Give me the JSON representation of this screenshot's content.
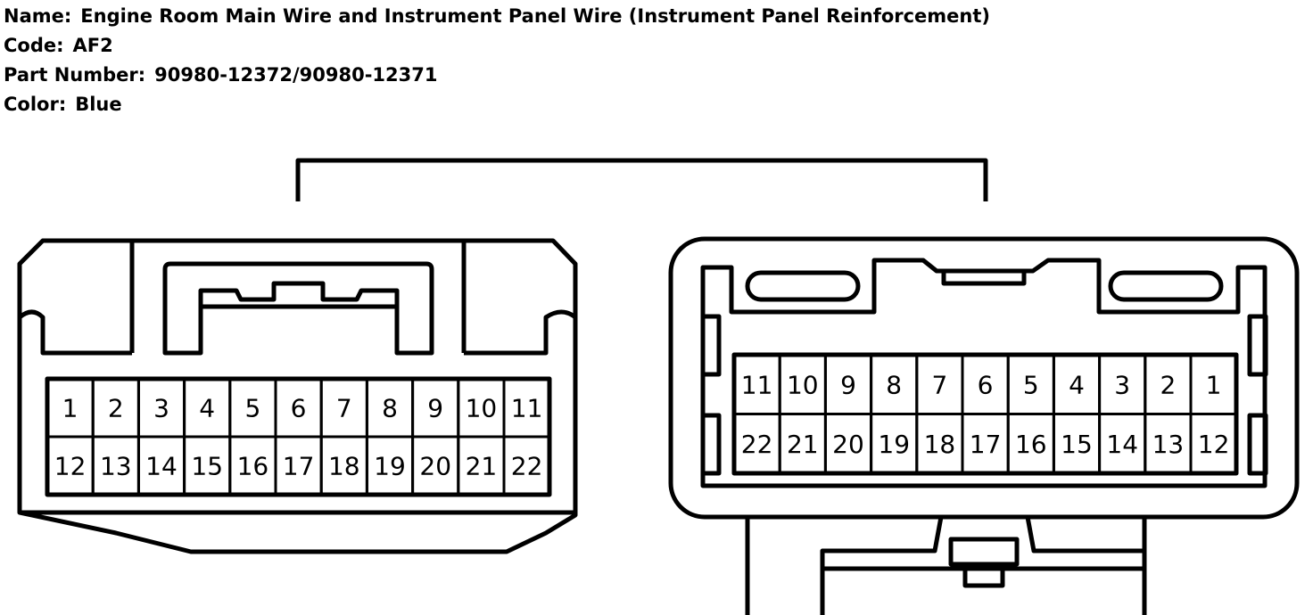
{
  "header": {
    "name_label": "Name:",
    "name_value": "Engine Room Main Wire and Instrument Panel Wire (Instrument Panel Reinforcement)",
    "code_label": "Code:",
    "code_value": "AF2",
    "part_label": "Part Number:",
    "part_value": "90980-12372/90980-12371",
    "color_label": "Color:",
    "color_value": "Blue"
  },
  "connectors": {
    "left": {
      "top_row": [
        "1",
        "2",
        "3",
        "4",
        "5",
        "6",
        "7",
        "8",
        "9",
        "10",
        "11"
      ],
      "bottom_row": [
        "12",
        "13",
        "14",
        "15",
        "16",
        "17",
        "18",
        "19",
        "20",
        "21",
        "22"
      ]
    },
    "right": {
      "top_row": [
        "11",
        "10",
        "9",
        "8",
        "7",
        "6",
        "5",
        "4",
        "3",
        "2",
        "1"
      ],
      "bottom_row": [
        "22",
        "21",
        "20",
        "19",
        "18",
        "17",
        "16",
        "15",
        "14",
        "13",
        "12"
      ]
    }
  },
  "colors": {
    "line": "#000000",
    "background": "#ffffff"
  }
}
